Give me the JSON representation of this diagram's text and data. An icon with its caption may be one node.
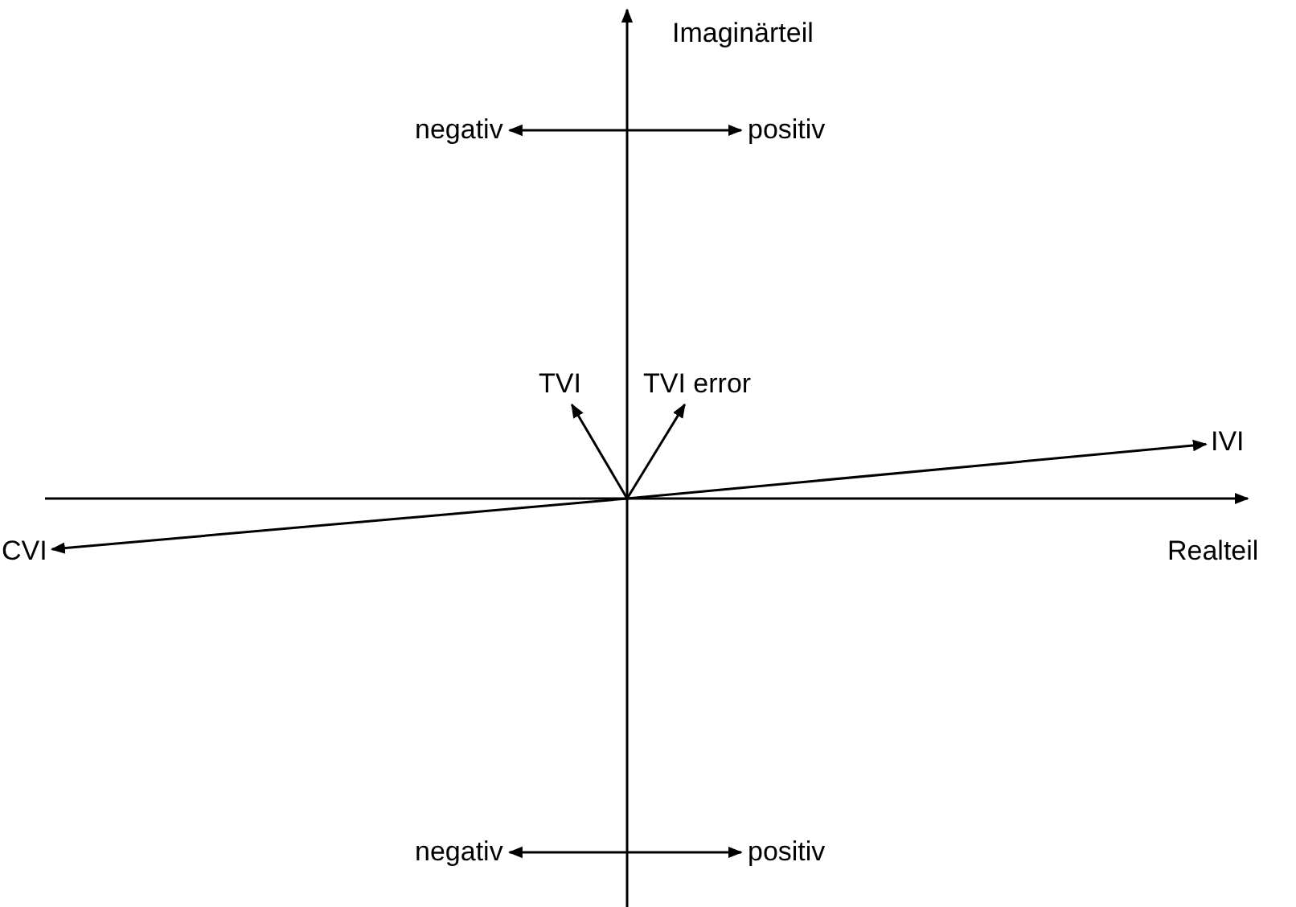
{
  "diagram": {
    "nodes": [
      {
        "text": [
          "negativ"
        ]
      },
      {
        "text": [
          "positiv"
        ]
      },
      {
        "text": [
          "TVI"
        ]
      },
      {
        "text": [
          "TVI error"
        ]
      },
      {
        "text": [
          "IVI"
        ]
      },
      {
        "text": [
          "CVI"
        ]
      },
      {
        "text": [
          "negativ"
        ]
      },
      {
        "text": [
          "positiv"
        ]
      }
    ],
    "edges": [
      {
        "from": 0,
        "to": 1,
        "arrow": "both"
      },
      {
        "from": null,
        "to": 2,
        "arrow": "to"
      },
      {
        "from": null,
        "to": 3,
        "arrow": "to"
      },
      {
        "from": null,
        "to": 4,
        "arrow": "to"
      },
      {
        "from": null,
        "to": 5,
        "arrow": "to"
      },
      {
        "from": 6,
        "to": 7,
        "arrow": "both"
      }
    ],
    "labels": [
      "Imaginärteil",
      "Realteil"
    ]
  }
}
